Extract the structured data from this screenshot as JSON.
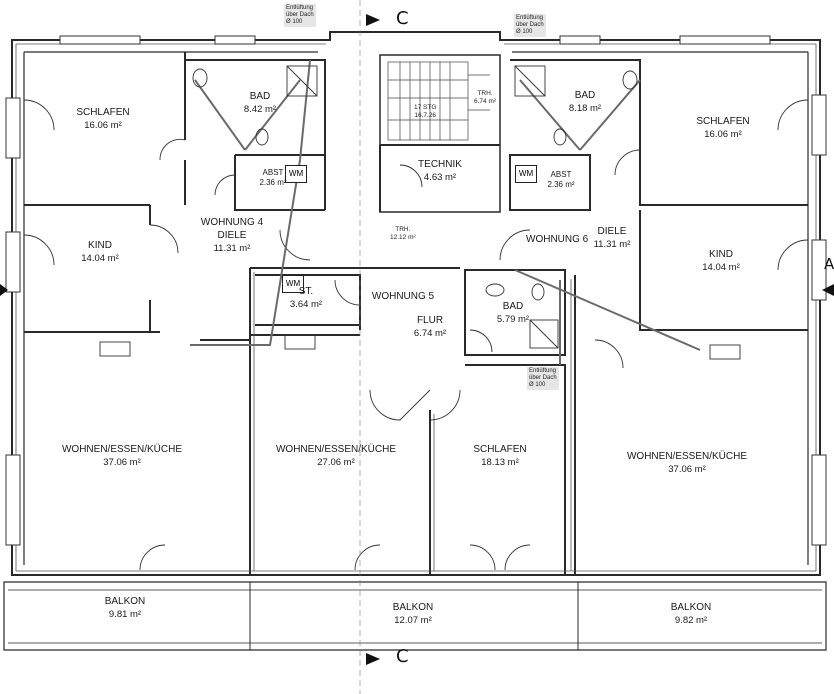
{
  "colors": {
    "wall": "#2a2a2a",
    "line": "#444444",
    "shade": "#9a9a9a"
  },
  "markers": {
    "section_label": "C",
    "edge_label": "A"
  },
  "notes": {
    "vent_1": [
      "Entlüftung",
      "über Dach",
      "Ø 100"
    ],
    "vent_2": [
      "Entlüftung",
      "über Dach",
      "Ø 100"
    ],
    "vent_3": [
      "Entlüftung",
      "über Dach",
      "Ø 100"
    ]
  },
  "stairs": {
    "label_1": "TRH.",
    "label_2": "6.74 m²",
    "steps": "17 STG",
    "rise": "16.7.26",
    "landing_label": "TRH.",
    "landing_area": "12.12 m²"
  },
  "appliances": {
    "wm_label": "WM"
  },
  "rooms": {
    "schlafen_left": {
      "name": "SCHLAFEN",
      "area": "16.06 m²"
    },
    "bad_left": {
      "name": "BAD",
      "area": "8.42 m²"
    },
    "abst_left": {
      "name": "ABST",
      "area": "2.36 m²"
    },
    "wohnung4": {
      "name": "WOHNUNG 4"
    },
    "diele_left": {
      "name": "DIELE",
      "area": "11.31 m²"
    },
    "kind_left": {
      "name": "KIND",
      "area": "14.04 m²"
    },
    "technik": {
      "name": "TECHNIK",
      "area": "4.63 m²"
    },
    "bad_right": {
      "name": "BAD",
      "area": "8.18 m²"
    },
    "abst_right": {
      "name": "ABST",
      "area": "2.36 m²"
    },
    "schlafen_right": {
      "name": "SCHLAFEN",
      "area": "16.06 m²"
    },
    "wohnung6": {
      "name": "WOHNUNG 6"
    },
    "diele_right": {
      "name": "DIELE",
      "area": "11.31 m²"
    },
    "kind_right": {
      "name": "KIND",
      "area": "14.04 m²"
    },
    "st": {
      "name": "ST.",
      "area": "3.64 m²"
    },
    "wohnung5": {
      "name": "WOHNUNG 5"
    },
    "flur": {
      "name": "FLUR",
      "area": "6.74 m²"
    },
    "bad_mid": {
      "name": "BAD",
      "area": "5.79 m²"
    },
    "wek_left": {
      "name": "WOHNEN/ESSEN/KÜCHE",
      "area": "37.06 m²"
    },
    "wek_mid": {
      "name": "WOHNEN/ESSEN/KÜCHE",
      "area": "27.06 m²"
    },
    "schlafen_mid": {
      "name": "SCHLAFEN",
      "area": "18.13 m²"
    },
    "wek_right": {
      "name": "WOHNEN/ESSEN/KÜCHE",
      "area": "37.06 m²"
    },
    "balkon_left": {
      "name": "BALKON",
      "area": "9.81 m²"
    },
    "balkon_mid": {
      "name": "BALKON",
      "area": "12.07 m²"
    },
    "balkon_right": {
      "name": "BALKON",
      "area": "9.82 m²"
    }
  }
}
